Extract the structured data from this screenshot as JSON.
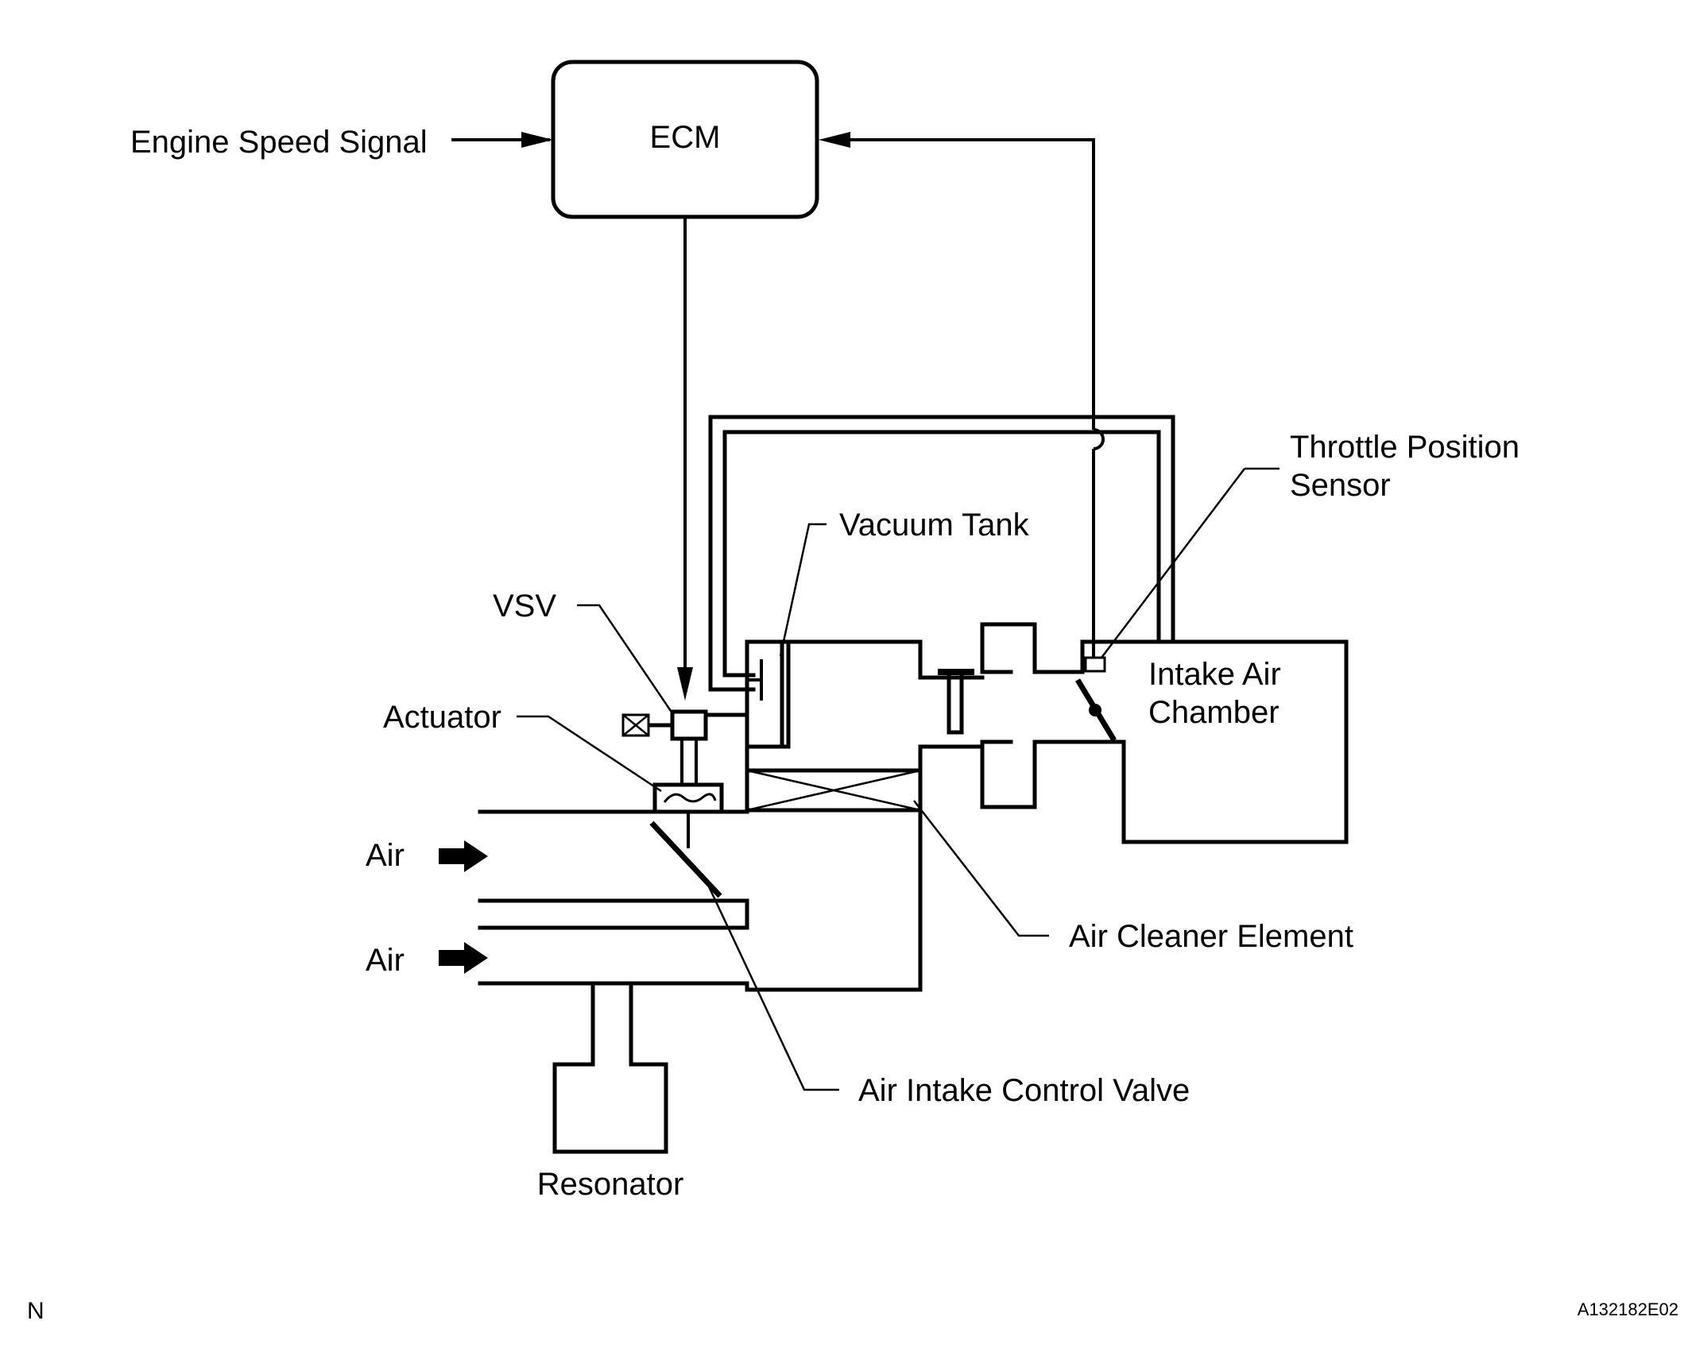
{
  "labels": {
    "ecm": "ECM",
    "engine_speed_signal": "Engine Speed Signal",
    "throttle_position_sensor_line1": "Throttle Position",
    "throttle_position_sensor_line2": "Sensor",
    "vacuum_tank": "Vacuum Tank",
    "vsv": "VSV",
    "actuator": "Actuator",
    "intake_air_chamber_line1": "Intake Air",
    "intake_air_chamber_line2": "Chamber",
    "air_upper": "Air",
    "air_lower": "Air",
    "air_cleaner_element": "Air Cleaner Element",
    "air_intake_control_valve": "Air Intake Control Valve",
    "resonator": "Resonator"
  },
  "footer": {
    "corner_mark": "N",
    "figure_code": "A132182E02"
  }
}
